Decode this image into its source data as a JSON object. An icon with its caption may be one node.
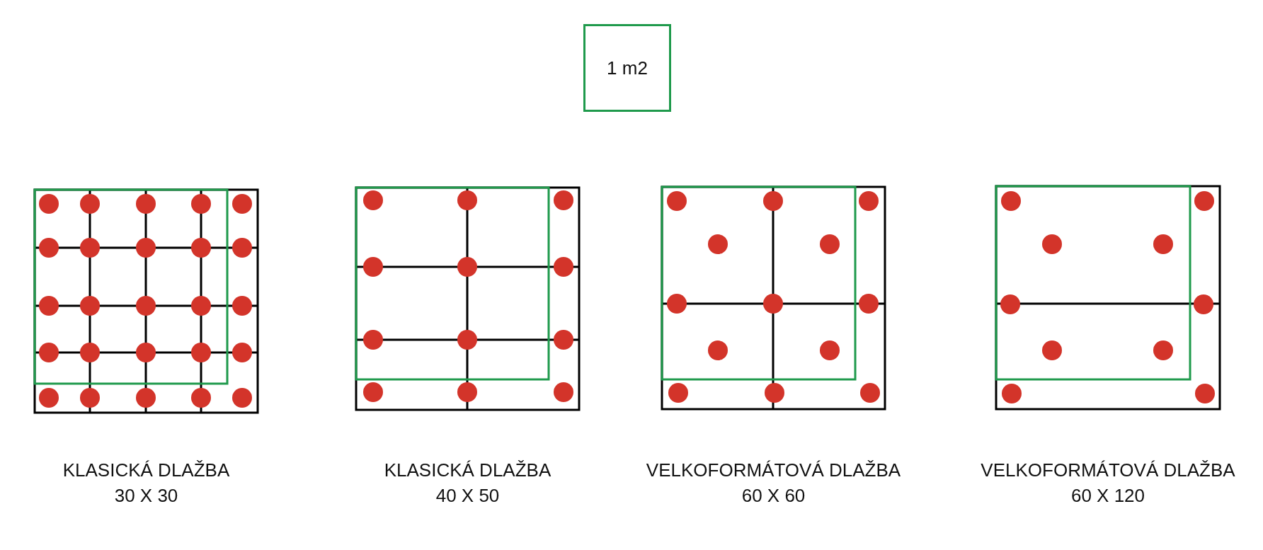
{
  "diagram": {
    "nodes": [
      {
        "text": [
          "1 m2"
        ]
      },
      {
        "text": [
          "KLASICKÁ DLAŽBA",
          "30 X 30"
        ]
      },
      {
        "text": [
          "KLASICKÁ DLAŽBA",
          "40 X 50"
        ]
      },
      {
        "text": [
          "VELKOFORMÁTOVÁ DLAŽBA",
          "60 X 60"
        ]
      },
      {
        "text": [
          "VELKOFORMÁTOVÁ DLAŽBA",
          "60 X 120"
        ]
      }
    ]
  }
}
